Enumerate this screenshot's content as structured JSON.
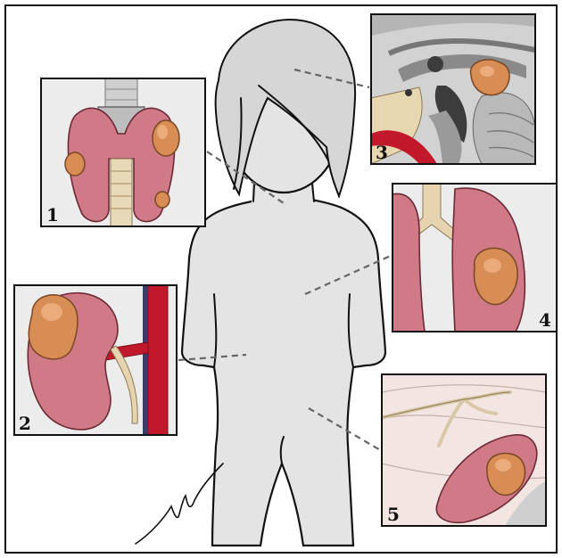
{
  "panels": [
    {
      "id": "thyroid-panel",
      "label": "1"
    },
    {
      "id": "kidney-panel",
      "label": "2"
    },
    {
      "id": "brain-panel",
      "label": "3"
    },
    {
      "id": "lung-panel",
      "label": "4"
    },
    {
      "id": "nerve-panel",
      "label": "5"
    }
  ],
  "colors": {
    "skin": "#e8e8e8",
    "hair": "#d9d9d9",
    "organ_pink": "#cf7a86",
    "tumor": "#d88d55",
    "vessel_red": "#c2182b",
    "panel_bg": "#e9e9e9"
  }
}
